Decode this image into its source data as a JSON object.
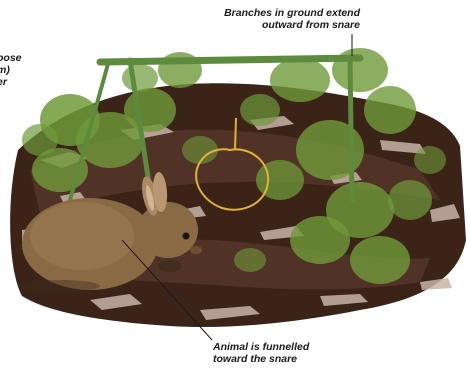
{
  "annotations": {
    "branches": {
      "lines": [
        "Branches in ground extend",
        "outward from snare"
      ]
    },
    "loop": {
      "lines": [
        "oose",
        "m)",
        "er"
      ]
    },
    "funnel": {
      "lines": [
        "Animal is funnelled",
        "toward the snare"
      ]
    }
  },
  "colors": {
    "soil_dark": "#3b2318",
    "soil_mid": "#5a3a2c",
    "soil_light": "#c9b3a8",
    "plant_green": "#6f9a3a",
    "stick_green": "#5c8b3e",
    "snare_wire": "#e2b13a",
    "rabbit_brown": "#8a6a45",
    "leader_line": "#1a1a1a"
  },
  "icons": [
    "snare-loop-icon",
    "rabbit-illustration",
    "stick-frame-icon"
  ]
}
